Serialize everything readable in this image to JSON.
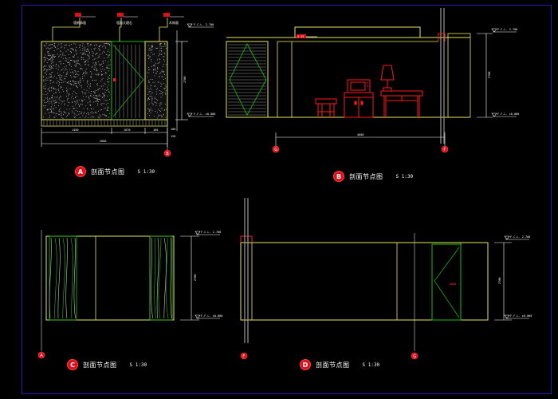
{
  "titles": [
    {
      "letter": "A",
      "text": "剖面节点图",
      "scale": "S 1:30"
    },
    {
      "letter": "B",
      "text": "剖面节点图",
      "scale": "S 1:30"
    },
    {
      "letter": "C",
      "text": "剖面节点图",
      "scale": "S 1:30"
    },
    {
      "letter": "D",
      "text": "剖面节点图",
      "scale": "S 1:30"
    }
  ],
  "elevation_labels": {
    "ceiling": "F.C.L. 2.700",
    "floor": "F.F.L. ±0.000"
  },
  "material_tags": [
    "墙纸饰面",
    "墙面大理石",
    "木饰面"
  ],
  "grid_markers": {
    "view_a_right": "B",
    "view_b_left": "G",
    "view_b_right": "F",
    "view_c_left": "A",
    "view_d_left": "F",
    "view_d_right": "G"
  },
  "view_b_tag": "A-35",
  "dimensions": {
    "a_width_total": "2680",
    "a_seg_1": "1450",
    "a_seg_2": "1070",
    "a_seg_3": "160",
    "a_height": "2700",
    "a_small_1": "100",
    "a_small_2": "120",
    "b_height": "2700",
    "b_width": "4600",
    "c_height": "2700",
    "d_height": "2700"
  },
  "colors": {
    "background": "#000000",
    "frame": "#1e1eb0",
    "line_yellow": "#e8e85a",
    "line_white": "#ffffff",
    "line_green": "#18c018",
    "line_red": "#ff1a1a",
    "line_grey": "#9a9a9a"
  }
}
